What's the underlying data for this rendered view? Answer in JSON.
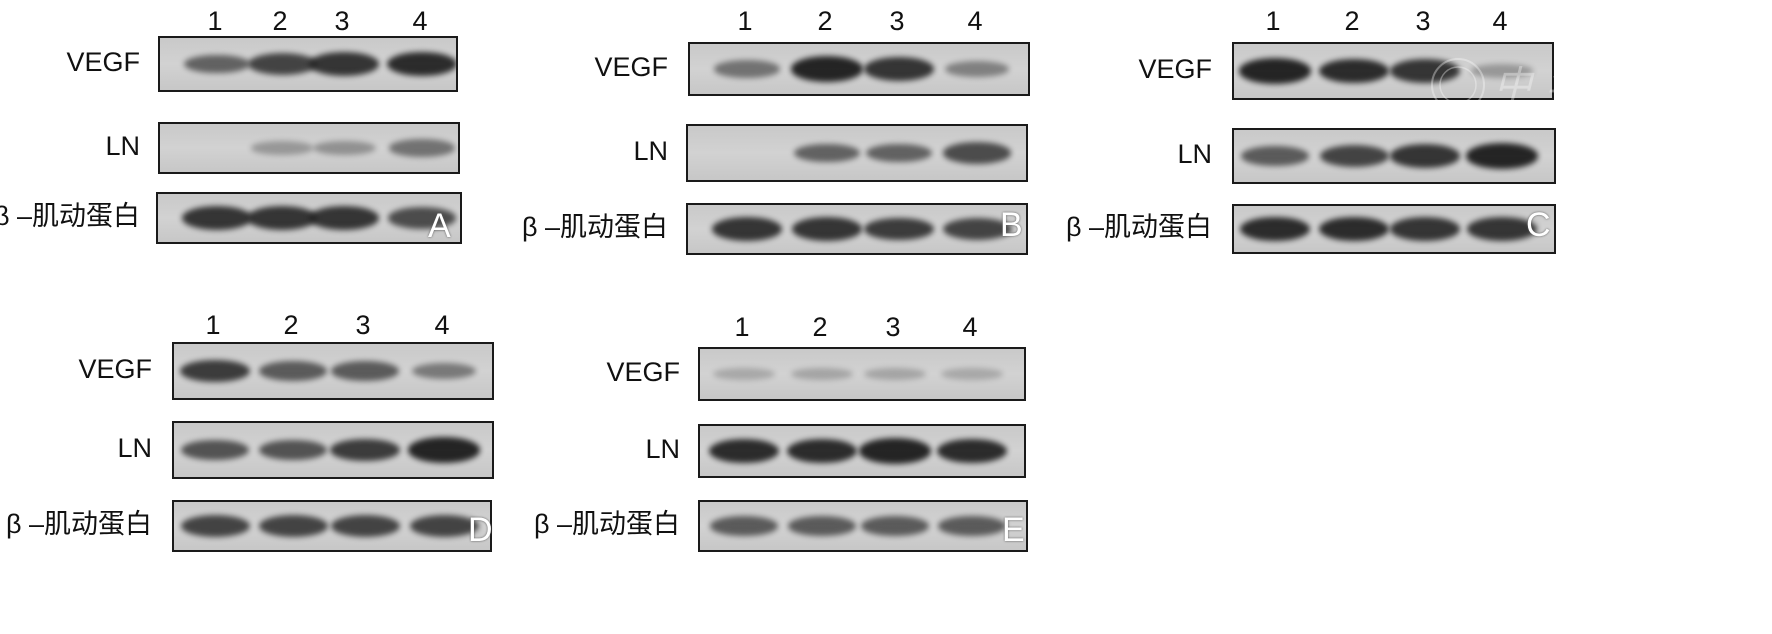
{
  "lane_numbers": [
    "1",
    "2",
    "3",
    "4"
  ],
  "band_colors": {
    "band": "#1e1e1e",
    "membrane": "#cccccc",
    "border": "#1a1a1a"
  },
  "panels": [
    {
      "letter": "A",
      "rows": [
        {
          "label": "VEGF",
          "intensity": [
            0.55,
            0.75,
            0.85,
            0.9
          ]
        },
        {
          "label": "LN",
          "intensity": [
            0.0,
            0.2,
            0.25,
            0.45
          ]
        },
        {
          "label": "β –肌动蛋白",
          "intensity": [
            0.85,
            0.85,
            0.85,
            0.7
          ]
        }
      ]
    },
    {
      "letter": "B",
      "rows": [
        {
          "label": "VEGF",
          "intensity": [
            0.45,
            0.95,
            0.85,
            0.35
          ]
        },
        {
          "label": "LN",
          "intensity": [
            0.0,
            0.55,
            0.55,
            0.7
          ]
        },
        {
          "label": "β –肌动蛋白",
          "intensity": [
            0.85,
            0.85,
            0.8,
            0.75
          ]
        }
      ]
    },
    {
      "letter": "C",
      "rows": [
        {
          "label": "VEGF",
          "intensity": [
            0.95,
            0.9,
            0.85,
            0.2
          ]
        },
        {
          "label": "LN",
          "intensity": [
            0.6,
            0.75,
            0.85,
            0.95
          ]
        },
        {
          "label": "β –肌动蛋白",
          "intensity": [
            0.9,
            0.9,
            0.85,
            0.85
          ]
        }
      ]
    },
    {
      "letter": "D",
      "rows": [
        {
          "label": "VEGF",
          "intensity": [
            0.8,
            0.6,
            0.6,
            0.4
          ]
        },
        {
          "label": "LN",
          "intensity": [
            0.65,
            0.65,
            0.8,
            0.95
          ]
        },
        {
          "label": "β –肌动蛋白",
          "intensity": [
            0.75,
            0.75,
            0.75,
            0.75
          ]
        }
      ]
    },
    {
      "letter": "E",
      "rows": [
        {
          "label": "VEGF",
          "intensity": [
            0.1,
            0.12,
            0.12,
            0.1
          ]
        },
        {
          "label": "LN",
          "intensity": [
            0.9,
            0.9,
            0.95,
            0.9
          ]
        },
        {
          "label": "β –肌动蛋白",
          "intensity": [
            0.6,
            0.6,
            0.6,
            0.6
          ]
        }
      ]
    }
  ],
  "watermark": {
    "text": "中华医学会"
  }
}
